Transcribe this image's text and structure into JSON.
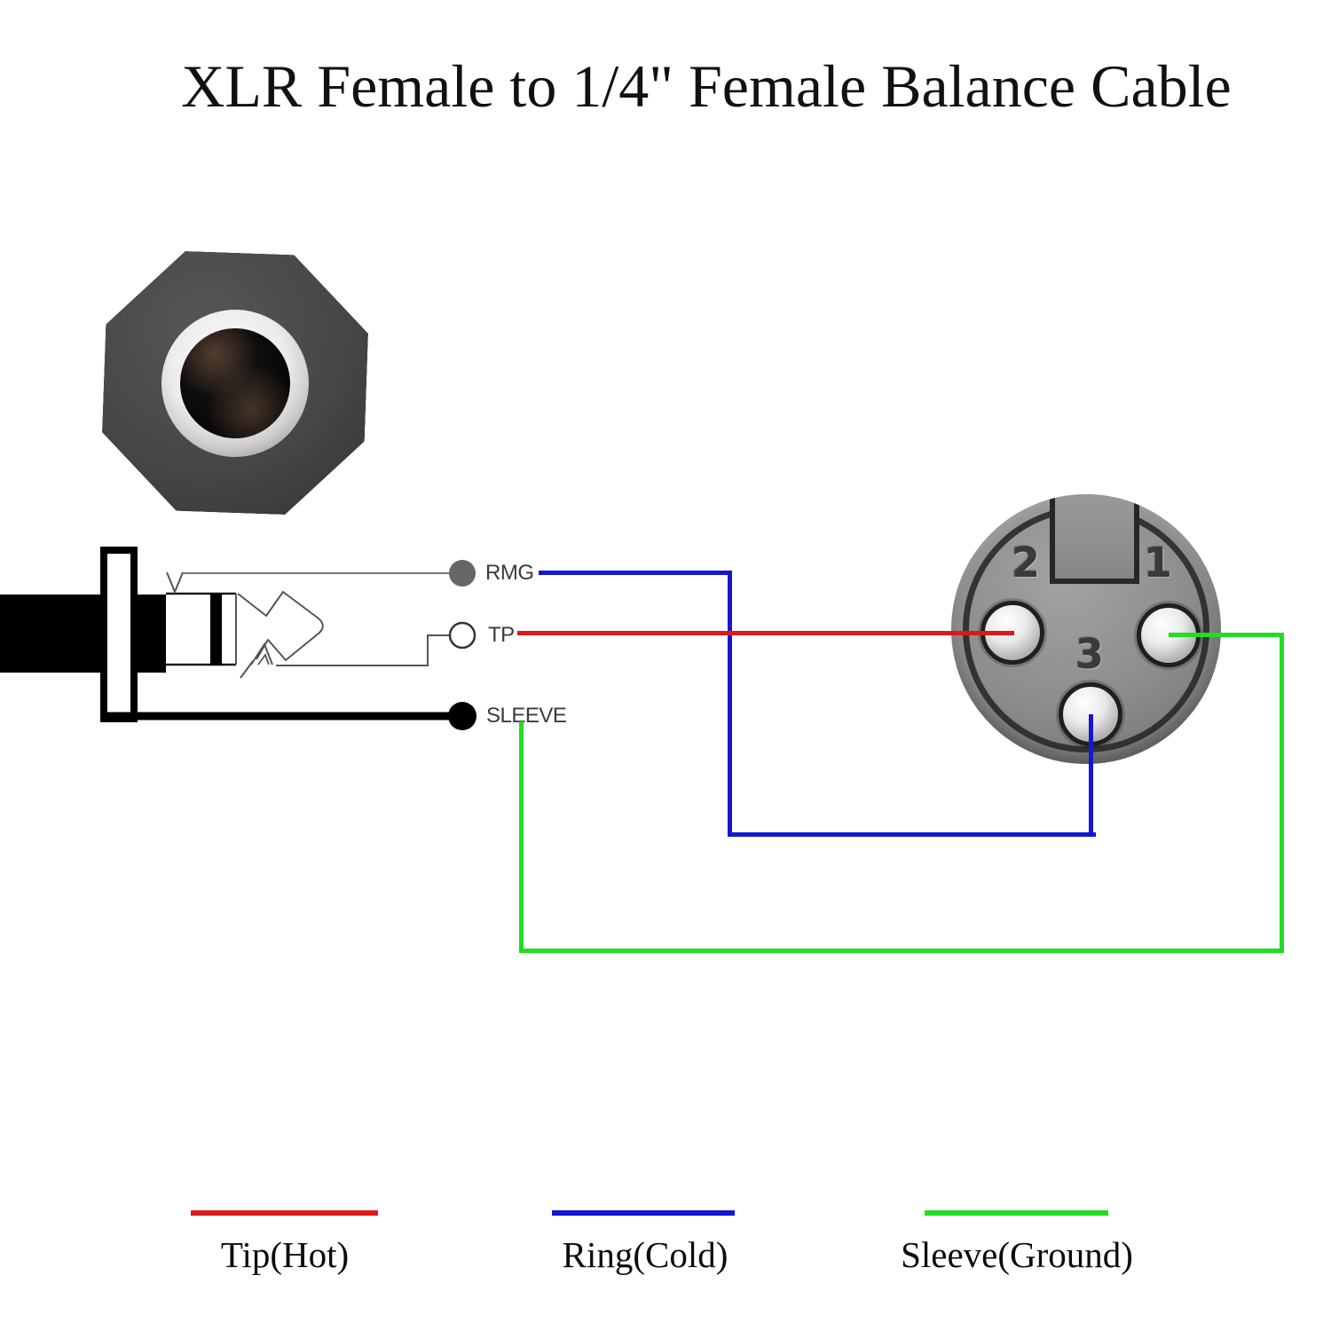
{
  "title": "XLR Female to 1/4\" Female Balance Cable",
  "colors": {
    "tip_hot": "#dd1a1a",
    "ring_cold": "#1616d2",
    "sleeve_ground": "#22dd22"
  },
  "trs_plug": {
    "terminals": [
      {
        "id": "rmg",
        "label": "RMG"
      },
      {
        "id": "tp",
        "label": "TP"
      },
      {
        "id": "sleeve",
        "label": "SLEEVE"
      }
    ]
  },
  "xlr": {
    "pins": [
      {
        "number": "2"
      },
      {
        "number": "1"
      },
      {
        "number": "3"
      }
    ]
  },
  "wires": [
    {
      "from": "TP",
      "to_pin": "2",
      "color": "#dd1a1a"
    },
    {
      "from": "RMG",
      "to_pin": "3",
      "color": "#1616d2"
    },
    {
      "from": "SLEEVE",
      "to_pin": "1",
      "color": "#22dd22"
    }
  ],
  "legend": [
    {
      "label": "Tip(Hot)",
      "color": "#dd1a1a"
    },
    {
      "label": "Ring(Cold)",
      "color": "#1616d2"
    },
    {
      "label": "Sleeve(Ground)",
      "color": "#22dd22"
    }
  ]
}
